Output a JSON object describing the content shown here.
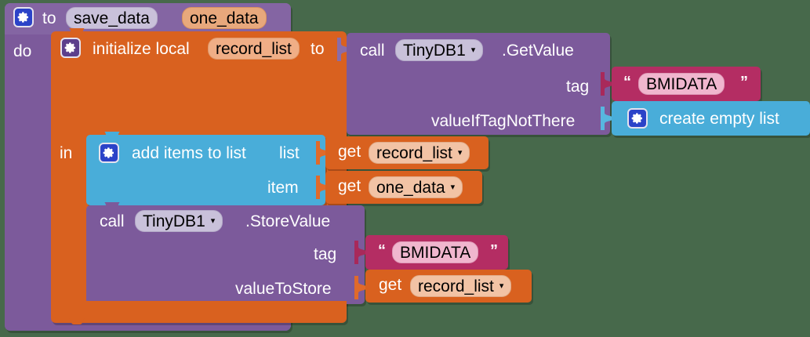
{
  "workspace": {
    "background_color": "#47694B",
    "name": "app-inventor-blocks-canvas"
  },
  "palette": {
    "procedure_purple": "#7C5A9B",
    "procedure_purple_dark": "#6A4A88",
    "procedure_field": "#C9C1DA",
    "variable_orange": "#D9611F",
    "variable_orange_dark": "#BE5318",
    "variable_field": "#F2C3A5",
    "list_blue": "#49ADD9",
    "list_blue_dark": "#3C96BE",
    "text_magenta": "#B42D63",
    "text_magenta_dark": "#9C2455",
    "text_field": "#F0B6CE",
    "param_chip": "#E8A87C",
    "gear_blue": "#2b43c8",
    "label_white": "#FFFFFF",
    "label_black": "#000000"
  },
  "procedure": {
    "gear_icon": "gear-icon",
    "to_label": "to",
    "name": "save_data",
    "parameters": [
      {
        "name": "one_data"
      }
    ],
    "do_label": "do"
  },
  "init_local": {
    "gear_icon": "gear-icon",
    "label": "initialize local",
    "variable_name": "record_list",
    "to_label": "to",
    "in_label": "in"
  },
  "get_value_call": {
    "call_label": "call",
    "component": "TinyDB1",
    "caret": "▾",
    "method": ".GetValue",
    "sockets": [
      {
        "label": "tag"
      },
      {
        "label": "valueIfTagNotThere"
      }
    ]
  },
  "tag_text_1": {
    "open_quote": "“",
    "value": "BMIDATA",
    "close_quote": "”"
  },
  "create_empty_list": {
    "gear_icon": "gear-icon",
    "label": "create empty list"
  },
  "add_items_to_list": {
    "gear_icon": "gear-icon",
    "label": "add items to list",
    "sockets": [
      {
        "label": "list"
      },
      {
        "label": "item"
      }
    ]
  },
  "get_record_list_1": {
    "get_label": "get",
    "variable": "record_list",
    "caret": "▾"
  },
  "get_one_data": {
    "get_label": "get",
    "variable": "one_data",
    "caret": "▾"
  },
  "store_value_call": {
    "call_label": "call",
    "component": "TinyDB1",
    "caret": "▾",
    "method": ".StoreValue",
    "sockets": [
      {
        "label": "tag"
      },
      {
        "label": "valueToStore"
      }
    ]
  },
  "tag_text_2": {
    "open_quote": "“",
    "value": "BMIDATA",
    "close_quote": "”"
  },
  "get_record_list_2": {
    "get_label": "get",
    "variable": "record_list",
    "caret": "▾"
  }
}
